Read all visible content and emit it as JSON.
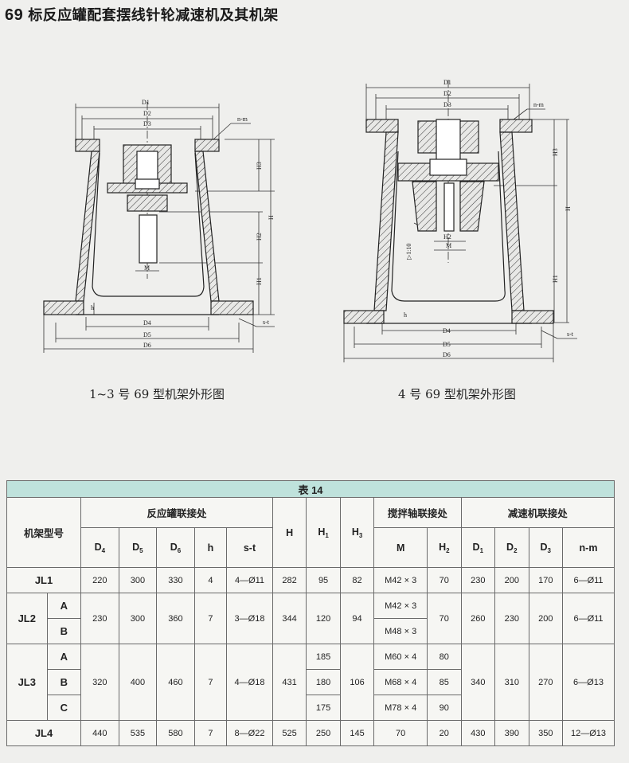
{
  "title": {
    "number": "69",
    "text": "标反应罐配套摆线针轮减速机及其机架"
  },
  "fig_left": {
    "caption": "1~3 号 69 型机架外形图",
    "labels": {
      "d1": "D1",
      "d2": "D2",
      "d3": "D3",
      "nm": "n-m",
      "h3": "H3",
      "h": "H",
      "h2": "H2",
      "h1": "H1",
      "m": "M",
      "hh": "h",
      "d4": "D4",
      "d5": "D5",
      "d6": "D6",
      "st": "s-t"
    }
  },
  "fig_right": {
    "caption": "4 号 69 型机架外形图",
    "labels": {
      "d1": "D1",
      "d2": "D2",
      "d3": "D3",
      "nm": "n-m",
      "h3": "H3",
      "h": "H",
      "h2": "H2",
      "h1": "H1",
      "m": "M",
      "hh": "h",
      "d4": "D4",
      "d5": "D5",
      "d6": "D6",
      "st": "s-t",
      "taper": "▷1:10"
    }
  },
  "table": {
    "caption": "表 14",
    "h_model": "机架型号",
    "h_reactor": "反应罐联接处",
    "h_shaft": "搅拌轴联接处",
    "h_reducer": "减速机联接处",
    "cols": {
      "d4": [
        "D",
        "4"
      ],
      "d5": [
        "D",
        "5"
      ],
      "d6": [
        "D",
        "6"
      ],
      "h": "h",
      "st": "s-t",
      "H": "H",
      "H1": [
        "H",
        "1"
      ],
      "H3": [
        "H",
        "3"
      ],
      "M": "M",
      "H2": [
        "H",
        "2"
      ],
      "D1": [
        "D",
        "1"
      ],
      "D2": [
        "D",
        "2"
      ],
      "D3": [
        "D",
        "3"
      ],
      "nm": "n-m"
    },
    "jl1": {
      "label": "JL1",
      "d4": "220",
      "d5": "300",
      "d6": "330",
      "h": "4",
      "st": "4—Ø11",
      "H": "282",
      "H1": "95",
      "H3": "82",
      "M": "M42 × 3",
      "H2": "70",
      "D1": "230",
      "D2": "200",
      "D3": "170",
      "nm": "6—Ø11"
    },
    "jl2": {
      "label": "JL2",
      "subA": "A",
      "subB": "B",
      "d4": "230",
      "d5": "300",
      "d6": "360",
      "h": "7",
      "st": "3—Ø18",
      "H": "344",
      "H1": "120",
      "H3": "94",
      "MA": "M42 × 3",
      "MB": "M48 × 3",
      "H2": "70",
      "D1": "260",
      "D2": "230",
      "D3": "200",
      "nm": "6—Ø11"
    },
    "jl3": {
      "label": "JL3",
      "subA": "A",
      "subB": "B",
      "subC": "C",
      "d4": "320",
      "d5": "400",
      "d6": "460",
      "h": "7",
      "st": "4—Ø18",
      "H": "431",
      "H1A": "185",
      "H1B": "180",
      "H1C": "175",
      "H3": "106",
      "MA": "M60 × 4",
      "MB": "M68 × 4",
      "MC": "M78 × 4",
      "H2A": "80",
      "H2B": "85",
      "H2C": "90",
      "D1": "340",
      "D2": "310",
      "D3": "270",
      "nm": "6—Ø13"
    },
    "jl4": {
      "label": "JL4",
      "d4": "440",
      "d5": "535",
      "d6": "580",
      "h": "7",
      "st": "8—Ø22",
      "H": "525",
      "H1": "250",
      "H3": "145",
      "M": "70",
      "H2": "20",
      "D1": "430",
      "D2": "390",
      "D3": "350",
      "nm": "12—Ø13"
    }
  }
}
